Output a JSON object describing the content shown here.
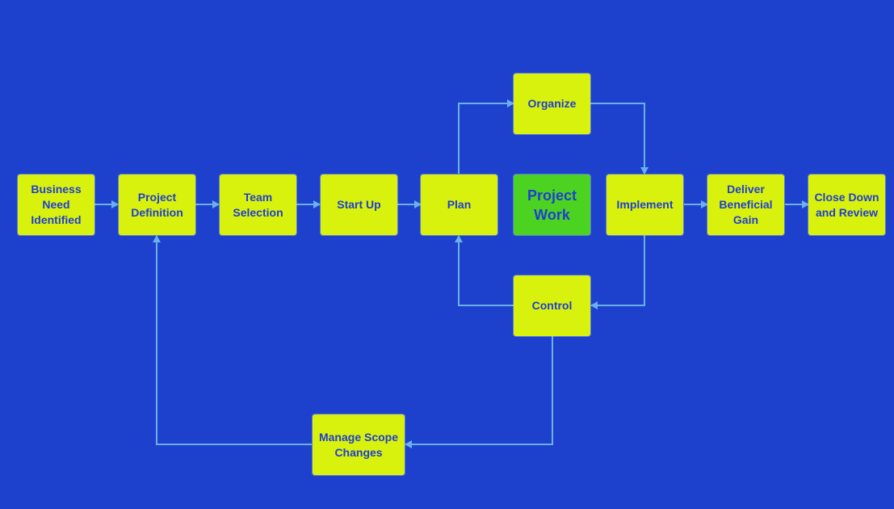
{
  "colors": {
    "background": "#1d41cc",
    "node_fill": "#d9f20d",
    "highlight_fill": "#4cd322",
    "node_text": "#1f3fd1",
    "connector": "#6ab0ee"
  },
  "nodes": {
    "business_need": "Business\nNeed\nIdentified",
    "project_definition": "Project\nDefinition",
    "team_selection": "Team\nSelection",
    "start_up": "Start Up",
    "plan": "Plan",
    "project_work": "Project\nWork",
    "implement": "Implement",
    "deliver_gain": "Deliver\nBeneficial\nGain",
    "close_down": "Close Down\nand Review",
    "organize": "Organize",
    "control": "Control",
    "manage_scope": "Manage Scope\nChanges"
  }
}
